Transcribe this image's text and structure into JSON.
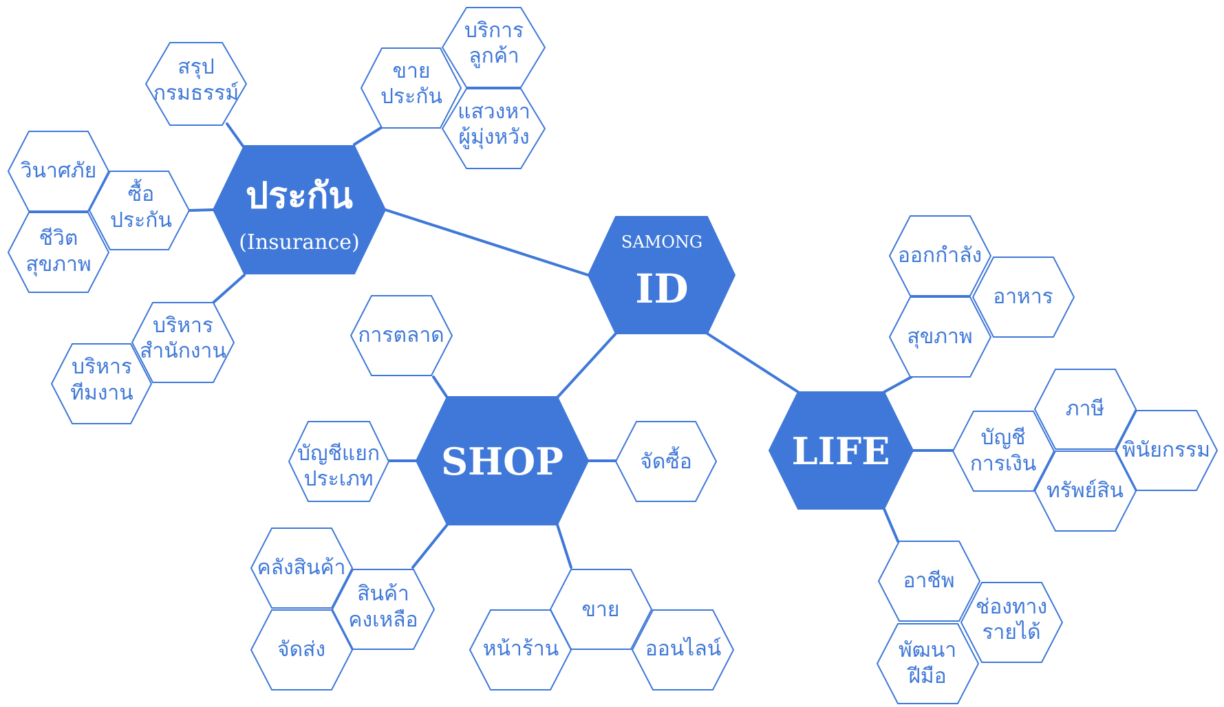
{
  "colors": {
    "accent": "#3f78d8",
    "background": "#ffffff"
  },
  "hubs": {
    "id": {
      "top": "SAMONG",
      "main": "ID"
    },
    "insurance": {
      "main": "ประกัน",
      "sub": "(Insurance)"
    },
    "shop": {
      "main": "SHOP"
    },
    "life": {
      "main": "LIFE"
    }
  },
  "insurance": {
    "summary": [
      "สรุป",
      "กรมธรรม์"
    ],
    "sales": [
      "ขาย",
      "ประกัน"
    ],
    "customer_service": [
      "บริการ",
      "ลูกค้า"
    ],
    "prospecting": [
      "แสวงหา",
      "ผู้มุ่งหวัง"
    ],
    "non_life": "วินาศภัย",
    "buy": [
      "ซื้อ",
      "ประกัน"
    ],
    "life_health": [
      "ชีวิต",
      "สุขภาพ"
    ],
    "office_admin": [
      "บริหาร",
      "สำนักงาน"
    ],
    "team_admin": [
      "บริหาร",
      "ทีมงาน"
    ]
  },
  "shop": {
    "marketing": "การตลาด",
    "accounts": [
      "บัญชีแยก",
      "ประเภท"
    ],
    "purchasing": "จัดซื้อ",
    "warehouse": "คลังสินค้า",
    "stock": [
      "สินค้า",
      "คงเหลือ"
    ],
    "delivery": "จัดส่ง",
    "sell": "ขาย",
    "storefront": "หน้าร้าน",
    "online": "ออนไลน์"
  },
  "life": {
    "exercise": "ออกกำลัง",
    "food": "อาหาร",
    "health": "สุขภาพ",
    "finance": [
      "บัญชี",
      "การเงิน"
    ],
    "tax": "ภาษี",
    "will": "พินัยกรรม",
    "assets": "ทรัพย์สิน",
    "career": "อาชีพ",
    "income": [
      "ช่องทาง",
      "รายได้"
    ],
    "skills": [
      "พัฒนา",
      "ฝีมือ"
    ]
  }
}
